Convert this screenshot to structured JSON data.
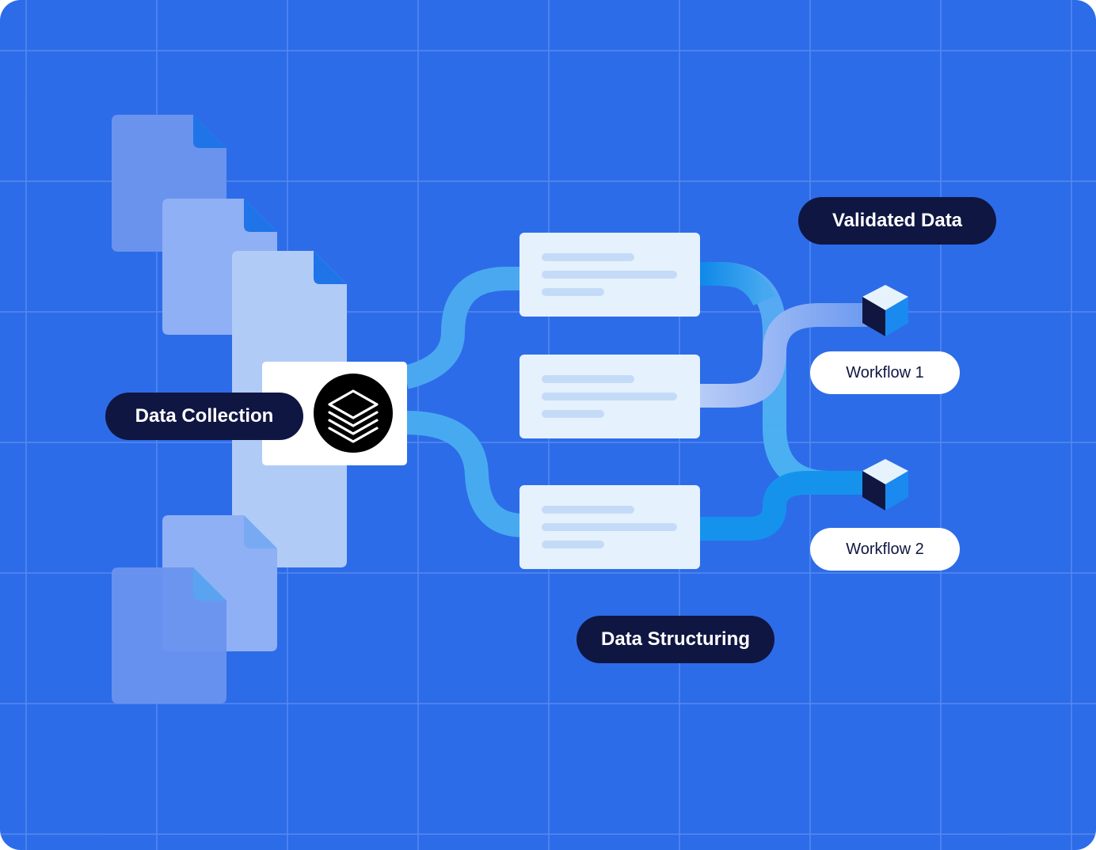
{
  "labels": {
    "data_collection": "Data Collection",
    "data_structuring": "Data Structuring",
    "validated_data": "Validated Data",
    "workflow_1": "Workflow 1",
    "workflow_2": "Workflow 2"
  },
  "icons": {
    "hub": "layers-stack-icon",
    "workflow": "cube-icon",
    "document": "document-icon"
  },
  "colors": {
    "background": "#2d6ce8",
    "dark_pill": "#101642",
    "card": "#e5f1fd",
    "card_line": "#c4dbf8",
    "connector": "#4aaaf0",
    "connector_dark": "#0a86e8",
    "cube_top": "#e6f3fc",
    "cube_left": "#111640",
    "cube_right": "#1a8af0"
  }
}
